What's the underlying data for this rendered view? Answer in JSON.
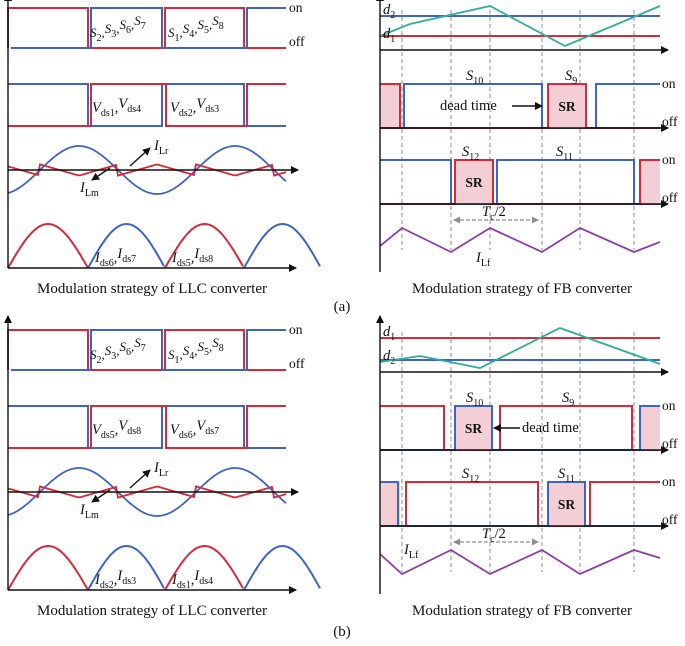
{
  "panel_a": {
    "marker": "(a)",
    "llc": {
      "caption": "Modulation strategy of LLC converter",
      "on": "on",
      "off": "off",
      "switch_group_1": {
        "pre": "S",
        "parts": [
          "2",
          "3",
          "6",
          "7"
        ]
      },
      "switch_group_2": {
        "pre": "S",
        "parts": [
          "1",
          "4",
          "5",
          "8"
        ]
      },
      "vds_group_1": {
        "pre": "V",
        "parts": [
          "ds1",
          "ds4"
        ]
      },
      "vds_group_2": {
        "pre": "V",
        "parts": [
          "ds2",
          "ds3"
        ]
      },
      "ilr": {
        "main": "I",
        "sub": "Lr"
      },
      "ilm": {
        "main": "I",
        "sub": "Lm"
      },
      "ids_group_1": {
        "pre": "I",
        "parts": [
          "ds6",
          "ds7"
        ]
      },
      "ids_group_2": {
        "pre": "I",
        "parts": [
          "ds5",
          "ds8"
        ]
      }
    },
    "fb": {
      "caption": "Modulation strategy of FB converter",
      "d_upper": {
        "main": "d",
        "sub": "2"
      },
      "d_lower": {
        "main": "d",
        "sub": "1"
      },
      "on": "on",
      "off": "off",
      "s_upper_left": {
        "main": "S",
        "sub": "10"
      },
      "s_upper_right": {
        "main": "S",
        "sub": "9"
      },
      "s_lower_left": {
        "main": "S",
        "sub": "12"
      },
      "s_lower_right": {
        "main": "S",
        "sub": "11"
      },
      "dead_time": "dead time",
      "sr": "SR",
      "tc": {
        "main": "T",
        "sub": "c",
        "tail": "/2"
      },
      "ilf": {
        "main": "I",
        "sub": "Lf"
      }
    }
  },
  "panel_b": {
    "marker": "(b)",
    "llc": {
      "caption": "Modulation strategy of LLC converter",
      "on": "on",
      "off": "off",
      "switch_group_1": {
        "pre": "S",
        "parts": [
          "2",
          "3",
          "6",
          "7"
        ]
      },
      "switch_group_2": {
        "pre": "S",
        "parts": [
          "1",
          "4",
          "5",
          "8"
        ]
      },
      "vds_group_1": {
        "pre": "V",
        "parts": [
          "ds5",
          "ds8"
        ]
      },
      "vds_group_2": {
        "pre": "V",
        "parts": [
          "ds6",
          "ds7"
        ]
      },
      "ilr": {
        "main": "I",
        "sub": "Lr"
      },
      "ilm": {
        "main": "I",
        "sub": "Lm"
      },
      "ids_group_1": {
        "pre": "I",
        "parts": [
          "ds2",
          "ds3"
        ]
      },
      "ids_group_2": {
        "pre": "I",
        "parts": [
          "ds1",
          "ds4"
        ]
      }
    },
    "fb": {
      "caption": "Modulation strategy of FB converter",
      "d_upper": {
        "main": "d",
        "sub": "1"
      },
      "d_lower": {
        "main": "d",
        "sub": "2"
      },
      "on": "on",
      "off": "off",
      "s_upper_left": {
        "main": "S",
        "sub": "10"
      },
      "s_upper_right": {
        "main": "S",
        "sub": "9"
      },
      "s_lower_left": {
        "main": "S",
        "sub": "12"
      },
      "s_lower_right": {
        "main": "S",
        "sub": "11"
      },
      "dead_time": "dead time",
      "sr": "SR",
      "tc": {
        "main": "T",
        "sub": "c",
        "tail": "/2"
      },
      "ilf": {
        "main": "I",
        "sub": "Lf"
      }
    }
  },
  "colors": {
    "red": "#d42a3a",
    "blue": "#3f63c6",
    "teal": "#2fae9a",
    "purple": "#8a3fa8",
    "sr_fill": "#f3cfd5",
    "axis": "#111111",
    "dash": "#8f8f8f"
  }
}
